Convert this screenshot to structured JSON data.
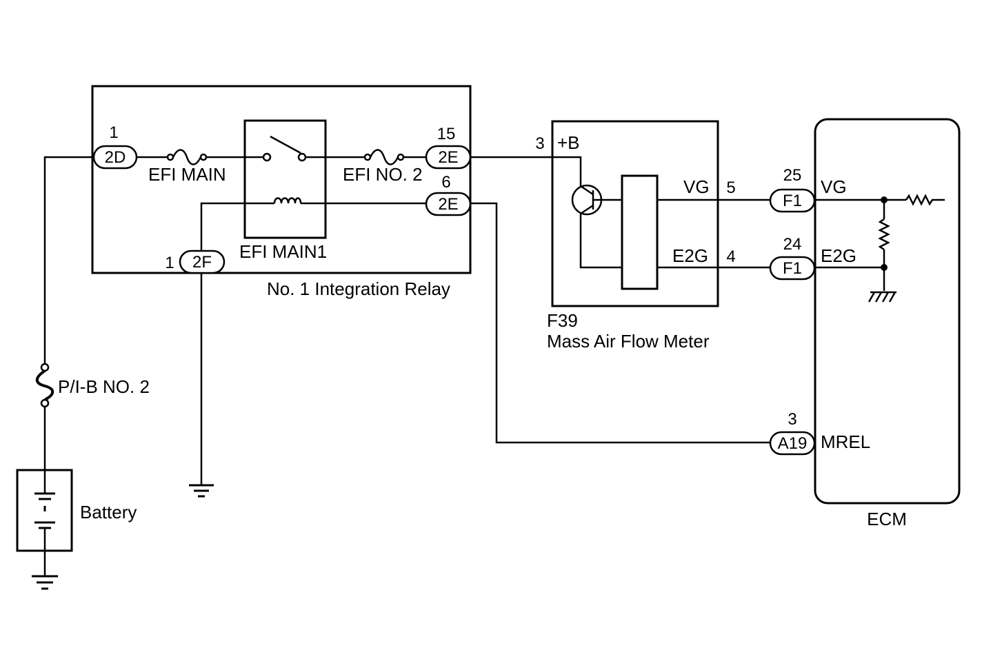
{
  "labels": {
    "efi_main": "EFI MAIN",
    "efi_no2": "EFI NO. 2",
    "efi_main1": "EFI MAIN1",
    "relay_name": "No. 1 Integration Relay",
    "pib": "P/I-B NO. 2",
    "battery": "Battery",
    "plus_b": "+B",
    "vg_sensor": "VG",
    "e2g_sensor": "E2G",
    "maf_code": "F39",
    "maf_name": "Mass Air Flow Meter",
    "vg_ecm": "VG",
    "e2g_ecm": "E2G",
    "mrel": "MREL",
    "ecm": "ECM"
  },
  "connectors": {
    "c2d": {
      "code": "2D",
      "pin": "1"
    },
    "c2e_15": {
      "code": "2E",
      "pin": "15"
    },
    "c2e_6": {
      "code": "2E",
      "pin": "6"
    },
    "c2f": {
      "code": "2F",
      "pin": "1"
    },
    "f1_25": {
      "code": "F1",
      "pin": "25"
    },
    "f1_24": {
      "code": "F1",
      "pin": "24"
    },
    "a19": {
      "code": "A19",
      "pin": "3"
    }
  },
  "pins": {
    "maf_plus_b": "3",
    "maf_vg": "5",
    "maf_e2g": "4"
  }
}
